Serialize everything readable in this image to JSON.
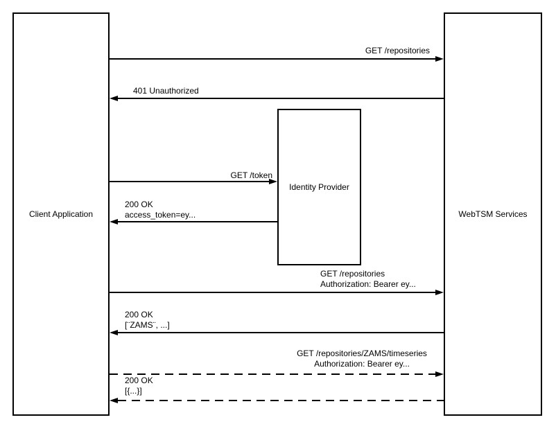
{
  "actors": {
    "client": "Client Application",
    "identity_provider": "Identity Provider",
    "webtsm": "WebTSM Services"
  },
  "messages": [
    {
      "from": "client",
      "to": "webtsm",
      "style": "solid",
      "line1": "GET /repositories"
    },
    {
      "from": "webtsm",
      "to": "client",
      "style": "solid",
      "line1": "401 Unauthorized"
    },
    {
      "from": "client",
      "to": "identity_provider",
      "style": "solid",
      "line1": "GET /token"
    },
    {
      "from": "identity_provider",
      "to": "client",
      "style": "solid",
      "line1": "200 OK",
      "line2": "access_token=ey..."
    },
    {
      "from": "client",
      "to": "webtsm",
      "style": "solid",
      "line1": "GET /repositories",
      "line2": "Authorization: Bearer ey..."
    },
    {
      "from": "webtsm",
      "to": "client",
      "style": "solid",
      "line1": "200 OK",
      "line2": "[¨ZAMS¨, ...]"
    },
    {
      "from": "client",
      "to": "webtsm",
      "style": "dashed",
      "line1": "GET /repositories/ZAMS/timeseries",
      "line2": "Authorization: Bearer ey..."
    },
    {
      "from": "webtsm",
      "to": "client",
      "style": "dashed",
      "line1": "200 OK",
      "line2": "[{...}]"
    }
  ],
  "colors": {
    "line": "#000000",
    "background": "#ffffff"
  }
}
